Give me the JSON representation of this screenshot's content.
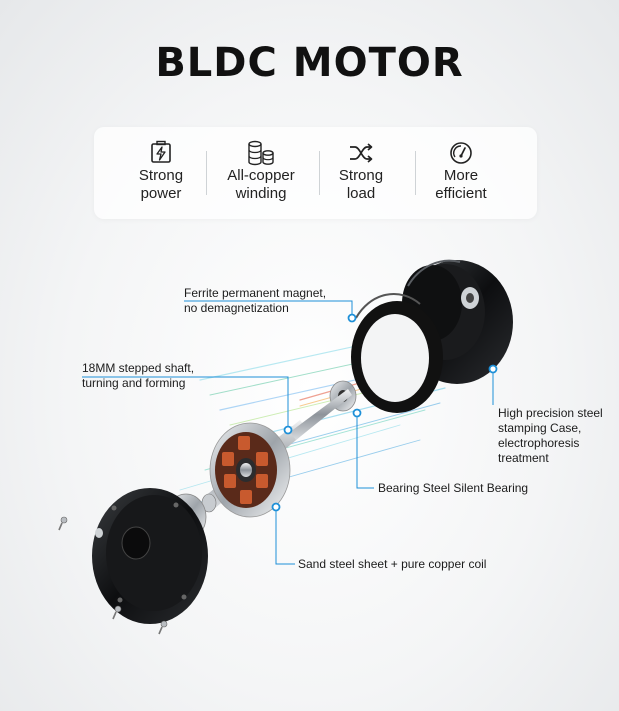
{
  "title": "BLDC MOTOR",
  "features": [
    {
      "icon": "battery-bolt-icon",
      "line1": "Strong",
      "line2": "power"
    },
    {
      "icon": "copper-coil-icon",
      "line1": "All-copper",
      "line2": "winding"
    },
    {
      "icon": "shuffle-arrows-icon",
      "line1": "Strong",
      "line2": "load"
    },
    {
      "icon": "speedometer-icon",
      "line1": "More",
      "line2": "efficient"
    }
  ],
  "callouts": {
    "magnet": {
      "line1": "Ferrite permanent magnet,",
      "line2": "no demagnetization"
    },
    "shaft": {
      "line1": "18MM stepped shaft,",
      "line2": "turning and forming"
    },
    "case": {
      "line1": "High precision steel",
      "line2": "stamping Case,",
      "line3": "electrophoresis",
      "line4": "treatment"
    },
    "bearing": {
      "line1": "Bearing Steel Silent Bearing"
    },
    "stator": {
      "line1": "Sand steel sheet + pure copper coil"
    }
  },
  "colors": {
    "accent": "#1e90d8",
    "dark": "#111111"
  }
}
